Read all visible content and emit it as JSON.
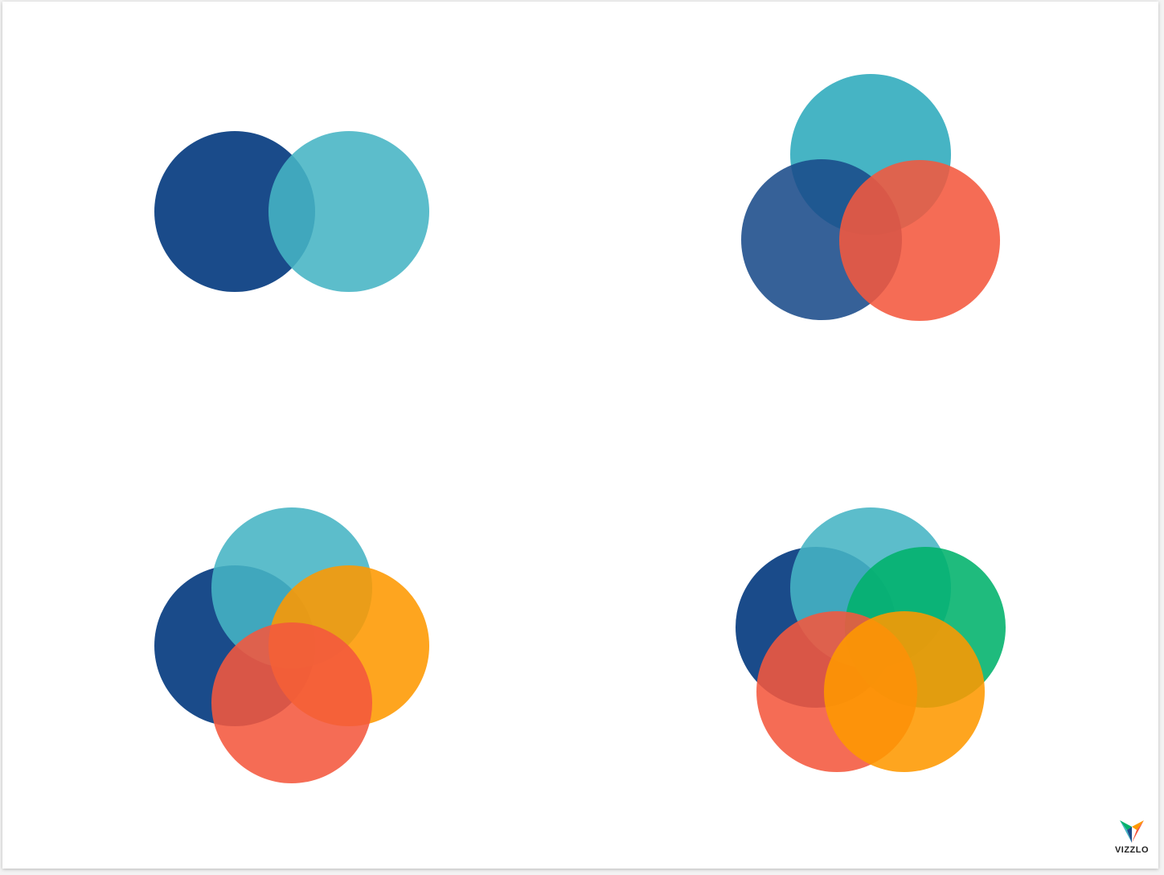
{
  "colors": {
    "navy": "#1a4b8a",
    "teal": "#46b4c4",
    "red": "#f4583d",
    "orange": "#fe9900",
    "green": "#00b26b"
  },
  "diagrams": [
    {
      "name": "venn-2",
      "sets": [
        "navy",
        "teal"
      ]
    },
    {
      "name": "venn-3",
      "sets": [
        "teal",
        "navy",
        "red"
      ]
    },
    {
      "name": "venn-4",
      "sets": [
        "navy",
        "teal",
        "orange",
        "red"
      ]
    },
    {
      "name": "venn-5",
      "sets": [
        "navy",
        "teal",
        "green",
        "red",
        "orange"
      ]
    }
  ],
  "logo": {
    "text": "VIZZLO",
    "icon": "vizzlo-logo-icon"
  }
}
